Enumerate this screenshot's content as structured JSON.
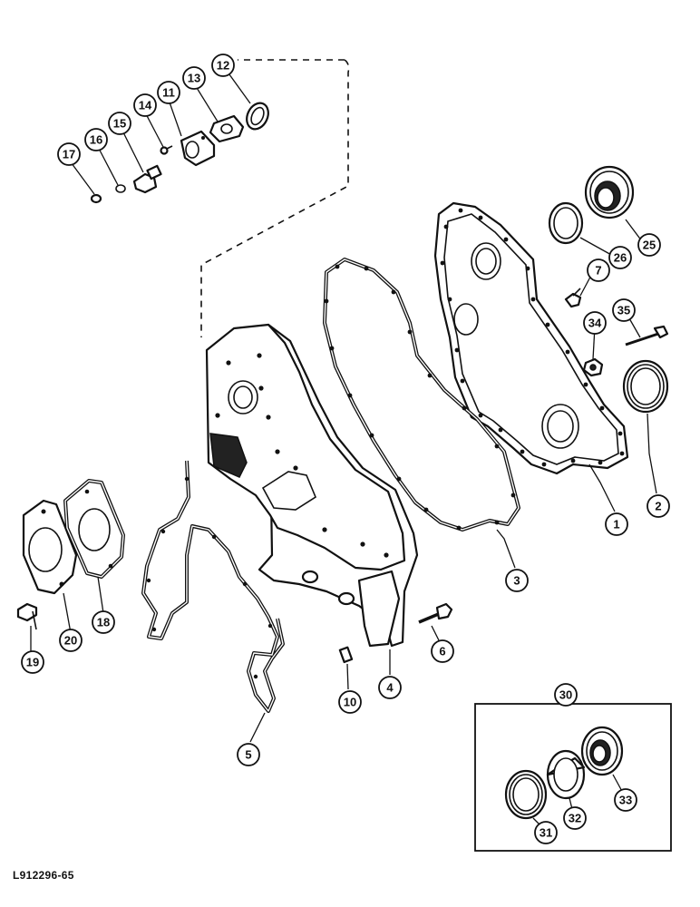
{
  "figure_id": "L912296-65",
  "callouts": [
    "1",
    "2",
    "3",
    "4",
    "5",
    "6",
    "7",
    "10",
    "11",
    "12",
    "13",
    "14",
    "15",
    "16",
    "17",
    "18",
    "19",
    "20",
    "25",
    "26",
    "30",
    "31",
    "32",
    "33",
    "34",
    "35"
  ]
}
